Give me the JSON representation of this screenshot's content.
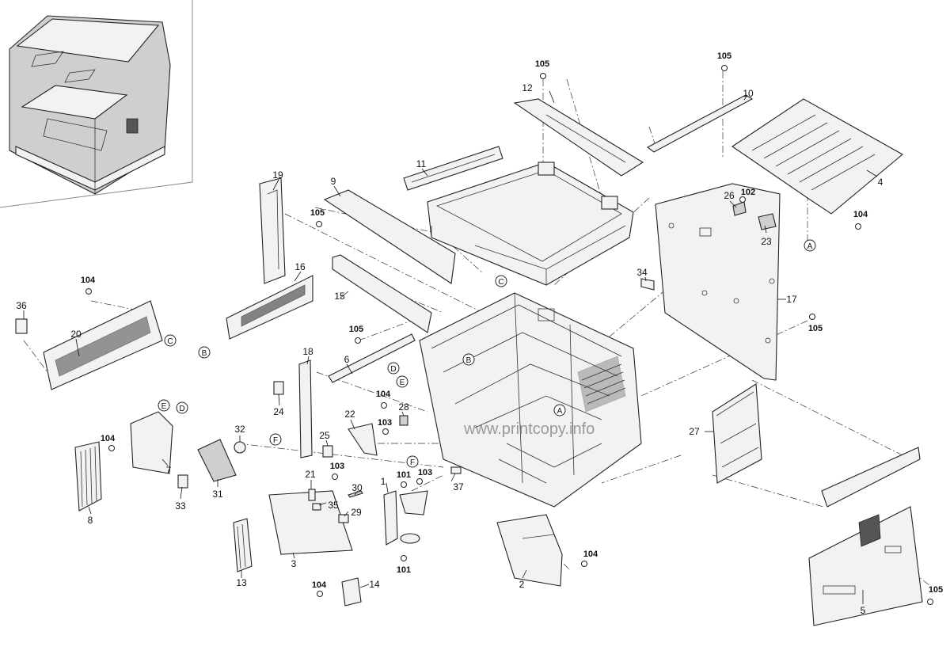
{
  "watermark": "www.printcopy.info",
  "labels": {
    "p1": "1",
    "p2": "2",
    "p3": "3",
    "p4": "4",
    "p5": "5",
    "p6": "6",
    "p7": "7",
    "p8": "8",
    "p9": "9",
    "p10": "10",
    "p11": "11",
    "p12": "12",
    "p13": "13",
    "p14": "14",
    "p15": "15",
    "p16": "16",
    "p17": "17",
    "p18": "18",
    "p19": "19",
    "p20": "20",
    "p21": "21",
    "p22": "22",
    "p23": "23",
    "p24": "24",
    "p25": "25",
    "p26": "26",
    "p27": "27",
    "p28": "28",
    "p29": "29",
    "p30": "30",
    "p31": "31",
    "p32": "32",
    "p33": "33",
    "p34": "34",
    "p35": "35",
    "p36": "36",
    "p37": "37"
  },
  "screws": {
    "s101a": "101",
    "s101b": "101",
    "s102": "102",
    "s103a": "103",
    "s103b": "103",
    "s103c": "103",
    "s104a": "104",
    "s104b": "104",
    "s104c": "104",
    "s104d": "104",
    "s104e": "104",
    "s104f": "104",
    "s105a": "105",
    "s105b": "105",
    "s105c": "105",
    "s105d": "105",
    "s105e": "105",
    "s105f": "105"
  },
  "refs": {
    "A1": "A",
    "A2": "A",
    "B1": "B",
    "B2": "B",
    "C1": "C",
    "C2": "C",
    "D1": "D",
    "D2": "D",
    "E1": "E",
    "E2": "E",
    "F1": "F",
    "F2": "F"
  }
}
